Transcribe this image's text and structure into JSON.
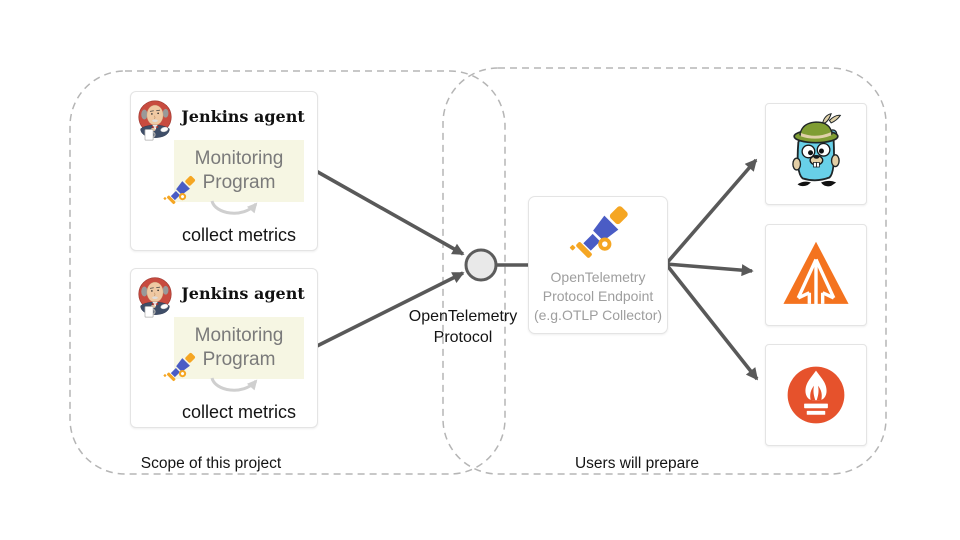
{
  "diagram": {
    "groups": {
      "scope_label": "Scope of this project",
      "users_label": "Users will prepare"
    },
    "agents": [
      {
        "title": "Jenkins agent",
        "program": "Monitoring Program",
        "action": "collect metrics",
        "icon": "jenkins-mascot",
        "program_icon": "opentelemetry-telescope"
      },
      {
        "title": "Jenkins agent",
        "program": "Monitoring Program",
        "action": "collect metrics",
        "icon": "jenkins-mascot",
        "program_icon": "opentelemetry-telescope"
      }
    ],
    "protocol_label": "OpenTelemetry\nProtocol",
    "endpoint": {
      "icon": "opentelemetry-telescope",
      "line1": "OpenTelemetry",
      "line2": "Protocol Endpoint",
      "line3": "(e.g.OTLP Collector)"
    },
    "backends": [
      {
        "icon": "jaeger-gopher-mascot"
      },
      {
        "icon": "zipkin-orange-pyramid-arrow"
      },
      {
        "icon": "prometheus-torch"
      }
    ],
    "colors": {
      "arrow": "#595959",
      "dashed_border": "#b5b5b5",
      "card_border": "#e4e4e4",
      "program_box_bg": "#f6f6e3",
      "muted_text": "#9e9e9e",
      "otel_blue": "#4a5cc5",
      "otel_orange": "#f5a623",
      "prometheus_orange": "#e6522c",
      "pyramid_orange": "#f4731f",
      "gopher_blue": "#68d0e8",
      "hat_green": "#7f9d33",
      "node_fill": "#e9e9e9"
    }
  }
}
